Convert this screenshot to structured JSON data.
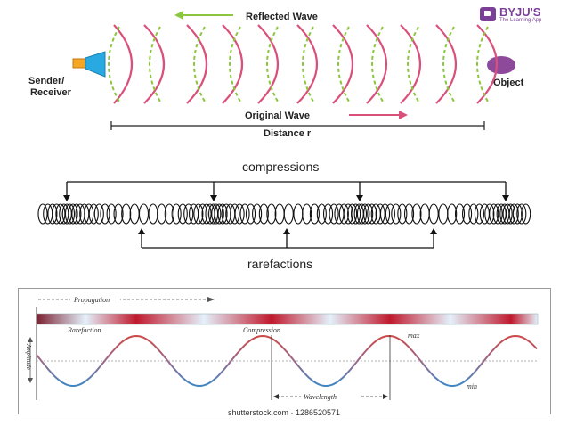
{
  "brand": {
    "name": "BYJU'S",
    "tagline": "The Learning App",
    "color": "#7b3f98"
  },
  "echo_panel": {
    "reflected_label": "Reflected Wave",
    "original_label": "Original Wave",
    "sender_label_line1": "Sender/",
    "sender_label_line2": "Receiver",
    "object_label": "Object",
    "distance_label": "Distance  r",
    "reflected_color": "#8cc63f",
    "original_color": "#d9507a",
    "object_color": "#8e4a9a",
    "speaker_color": "#29a9e1",
    "speaker_back_color": "#f5a623"
  },
  "spring_panel": {
    "top_label": "compressions",
    "bottom_label": "rarefactions"
  },
  "wave_panel": {
    "propagation_label": "Propagation",
    "rarefaction_label": "Rarefaction",
    "compression_label": "Compression",
    "amplitude_label": "Amplitude",
    "max_label": "max",
    "min_label": "min",
    "wavelength_label": "Wavelength",
    "compression_color": "#c0192d",
    "rarefaction_color": "#e4f1fb",
    "crest_color": "#cc4a4a",
    "trough_color": "#3d86c6"
  },
  "credit": "shutterstock.com · 1286520571"
}
